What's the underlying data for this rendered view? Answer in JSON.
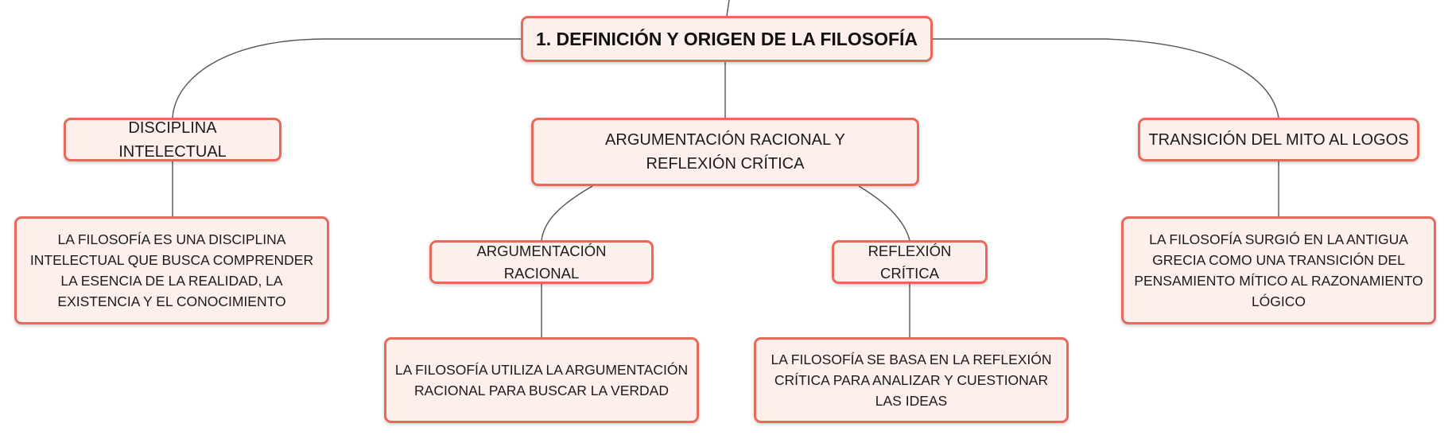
{
  "map": {
    "main_topic": "1. DEFINICIÓN Y ORIGEN DE LA FILOSOFÍA",
    "topics": {
      "disciplina": "DISCIPLINA INTELECTUAL",
      "argumentacion_reflexion": "ARGUMENTACIÓN RACIONAL Y REFLEXIÓN CRÍTICA",
      "transicion": "TRANSICIÓN DEL MITO AL LOGOS",
      "argumentacion_racional": "ARGUMENTACIÓN RACIONAL",
      "reflexion_critica": "REFLEXIÓN CRÍTICA"
    },
    "details": {
      "disciplina": "LA FILOSOFÍA ES UNA DISCIPLINA INTELECTUAL QUE BUSCA COMPRENDER LA ESENCIA DE LA REALIDAD, LA EXISTENCIA Y EL CONOCIMIENTO",
      "transicion": "LA FILOSOFÍA SURGIÓ EN LA ANTIGUA GRECIA COMO UNA TRANSICIÓN DEL PENSAMIENTO MÍTICO AL RAZONAMIENTO LÓGICO",
      "argumentacion_racional": "LA FILOSOFÍA UTILIZA LA ARGUMENTACIÓN RACIONAL PARA BUSCAR LA VERDAD",
      "reflexion_critica": "LA FILOSOFÍA SE BASA EN LA REFLEXIÓN CRÍTICA PARA ANALIZAR Y CUESTIONAR LAS IDEAS"
    }
  },
  "colors": {
    "node_fill": "#fdf0ec",
    "node_border": "#e8695a",
    "connector": "#555555",
    "text": "#1b1b1b"
  }
}
